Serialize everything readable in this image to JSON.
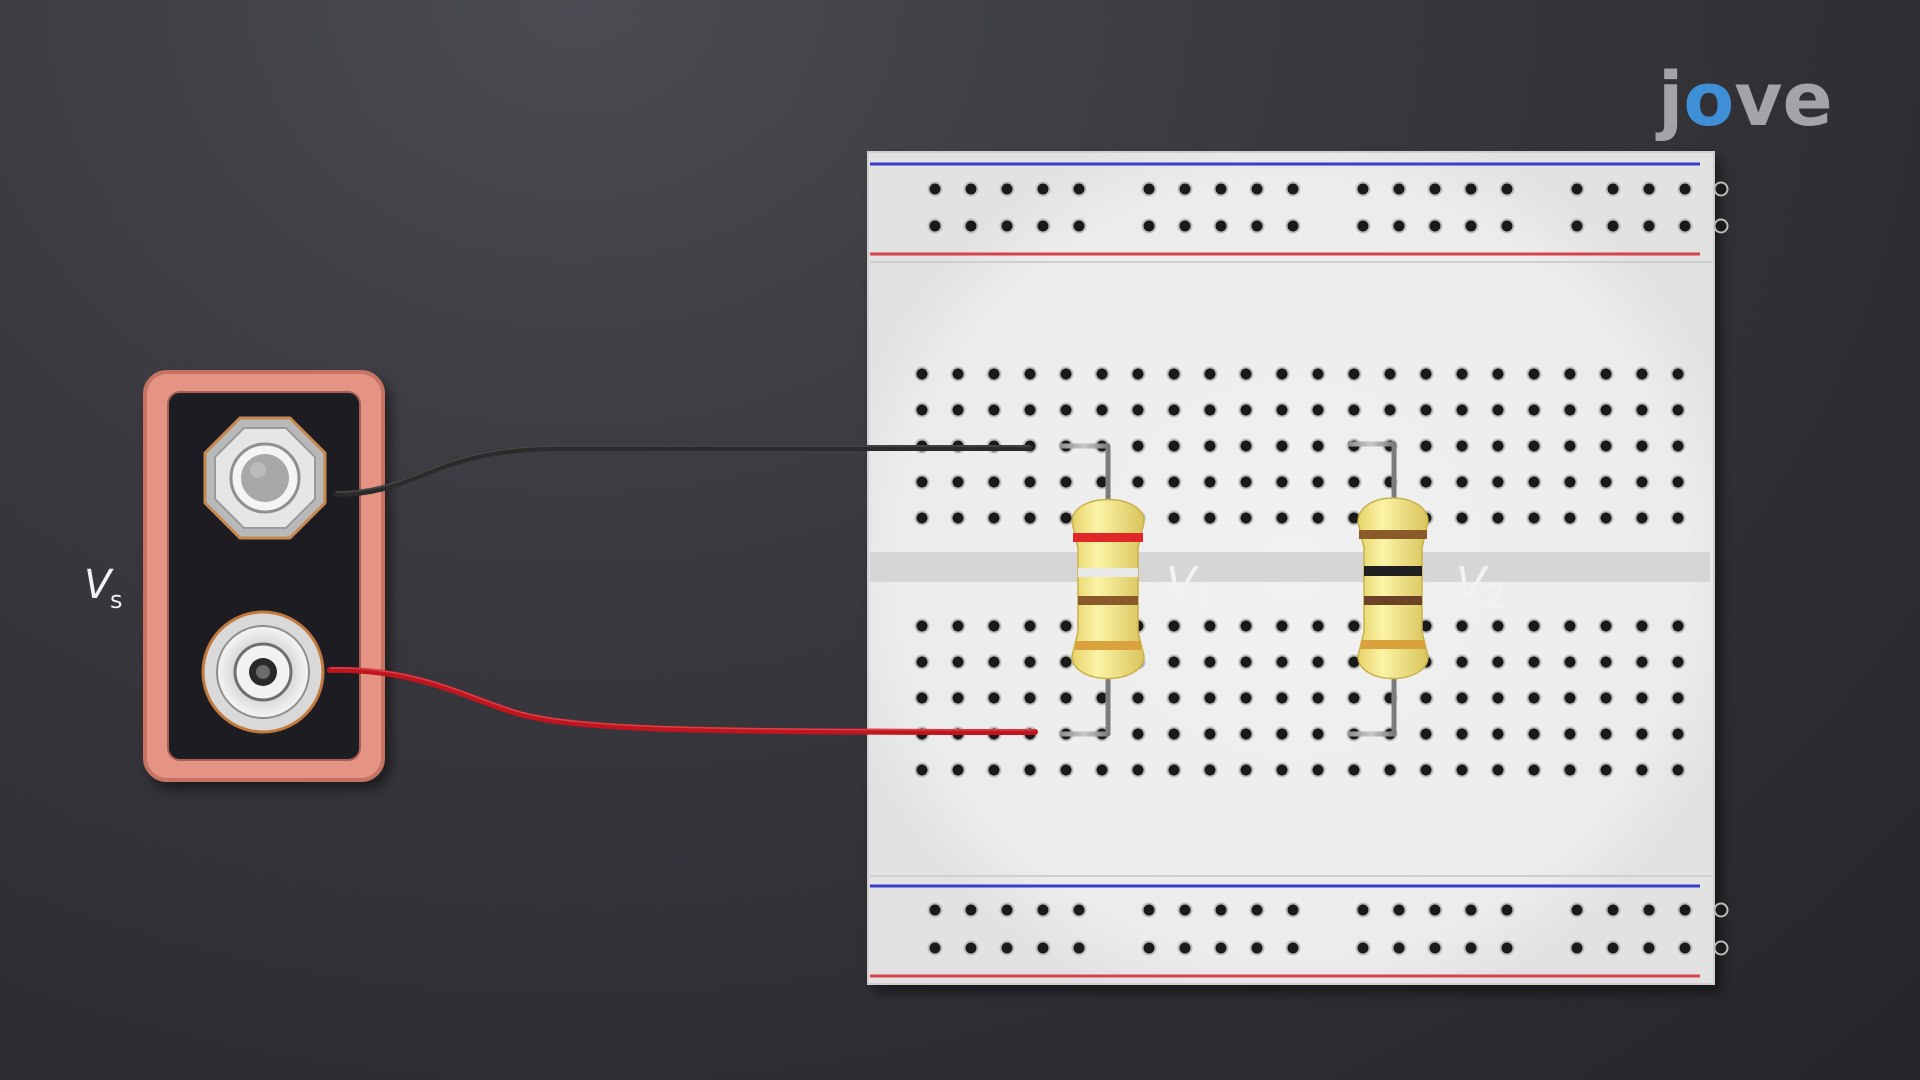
{
  "brand": {
    "logo_text": "jove",
    "color": "#a3a3a8",
    "accent": "#3f8fd6"
  },
  "labels": {
    "source": "V",
    "source_subscript": "s",
    "r1": "V",
    "r1_subscript": "1",
    "r2": "V",
    "r2_subscript": "2"
  },
  "power_supply": {
    "casing_color": "#e59484",
    "terminals": [
      {
        "name": "negative-terminal",
        "wire_color": "#2b2b2b"
      },
      {
        "name": "positive-terminal",
        "wire_color": "#c0151f"
      }
    ]
  },
  "breadboard": {
    "color": "#e9e9e9",
    "rail_blue": "#3b3bd0",
    "rail_red": "#d8424a"
  },
  "resistors": [
    {
      "name": "resistor-1",
      "body_color": "#f2e58a",
      "bands": [
        "#e02828",
        "#e8e8e8",
        "#8b5a2b",
        "#d9a23c"
      ]
    },
    {
      "name": "resistor-2",
      "body_color": "#f2e58a",
      "bands": [
        "#8b5a2b",
        "#1f1f1f",
        "#6b4226",
        "#d9a23c"
      ]
    }
  ]
}
